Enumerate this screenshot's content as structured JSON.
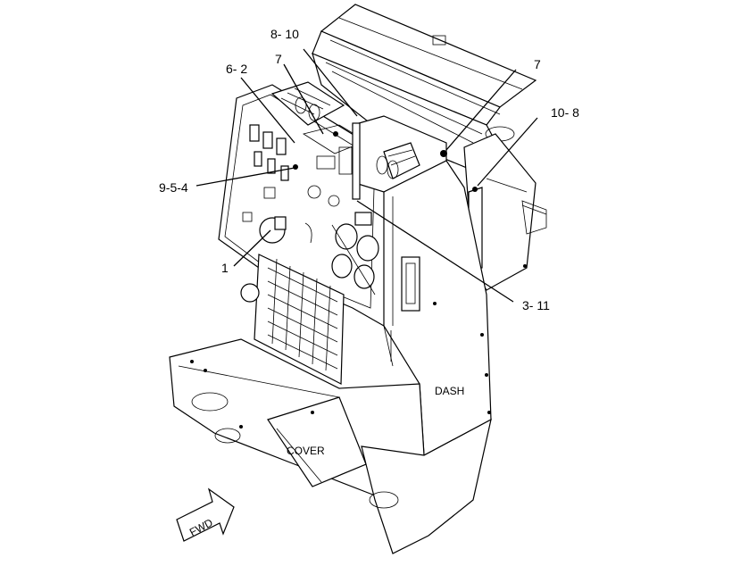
{
  "callouts": {
    "c_8_10": "8- 10",
    "c_7a": "7",
    "c_6_2": "6- 2",
    "c_7b": "7",
    "c_10_8": "10- 8",
    "c_9_5_4": "9-5-4",
    "c_1": "1",
    "c_3_11": "3- 11"
  },
  "tags": {
    "dash": "DASH",
    "cover": "COVER",
    "fwd": "FWD"
  }
}
